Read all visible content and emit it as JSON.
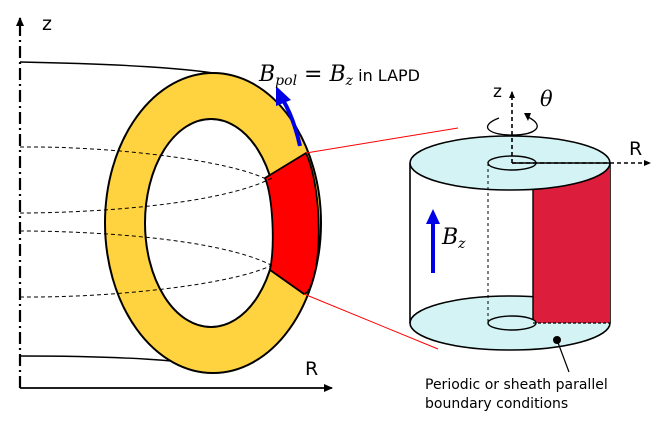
{
  "left_axes": {
    "z_label": "z",
    "r_label": "R"
  },
  "torus": {
    "bpol_lhs_main": "B",
    "bpol_lhs_sub": "pol",
    "bpol_equals": " = ",
    "bpol_rhs_main": "B",
    "bpol_rhs_sub": "z",
    "bpol_suffix": " in LAPD",
    "colors": {
      "ring": "#ffd23f",
      "wedge": "#ff0000",
      "arrow": "#0000e6"
    }
  },
  "cylinder": {
    "z_label": "z",
    "theta_label": "θ",
    "r_label": "R",
    "bz_main": "B",
    "bz_sub": "z",
    "caption_line1": "Periodic or sheath parallel",
    "caption_line2": "boundary conditions",
    "colors": {
      "cap": "#d4f3f5",
      "slab": "#dc1e3c",
      "arrow": "#0000e6"
    }
  }
}
